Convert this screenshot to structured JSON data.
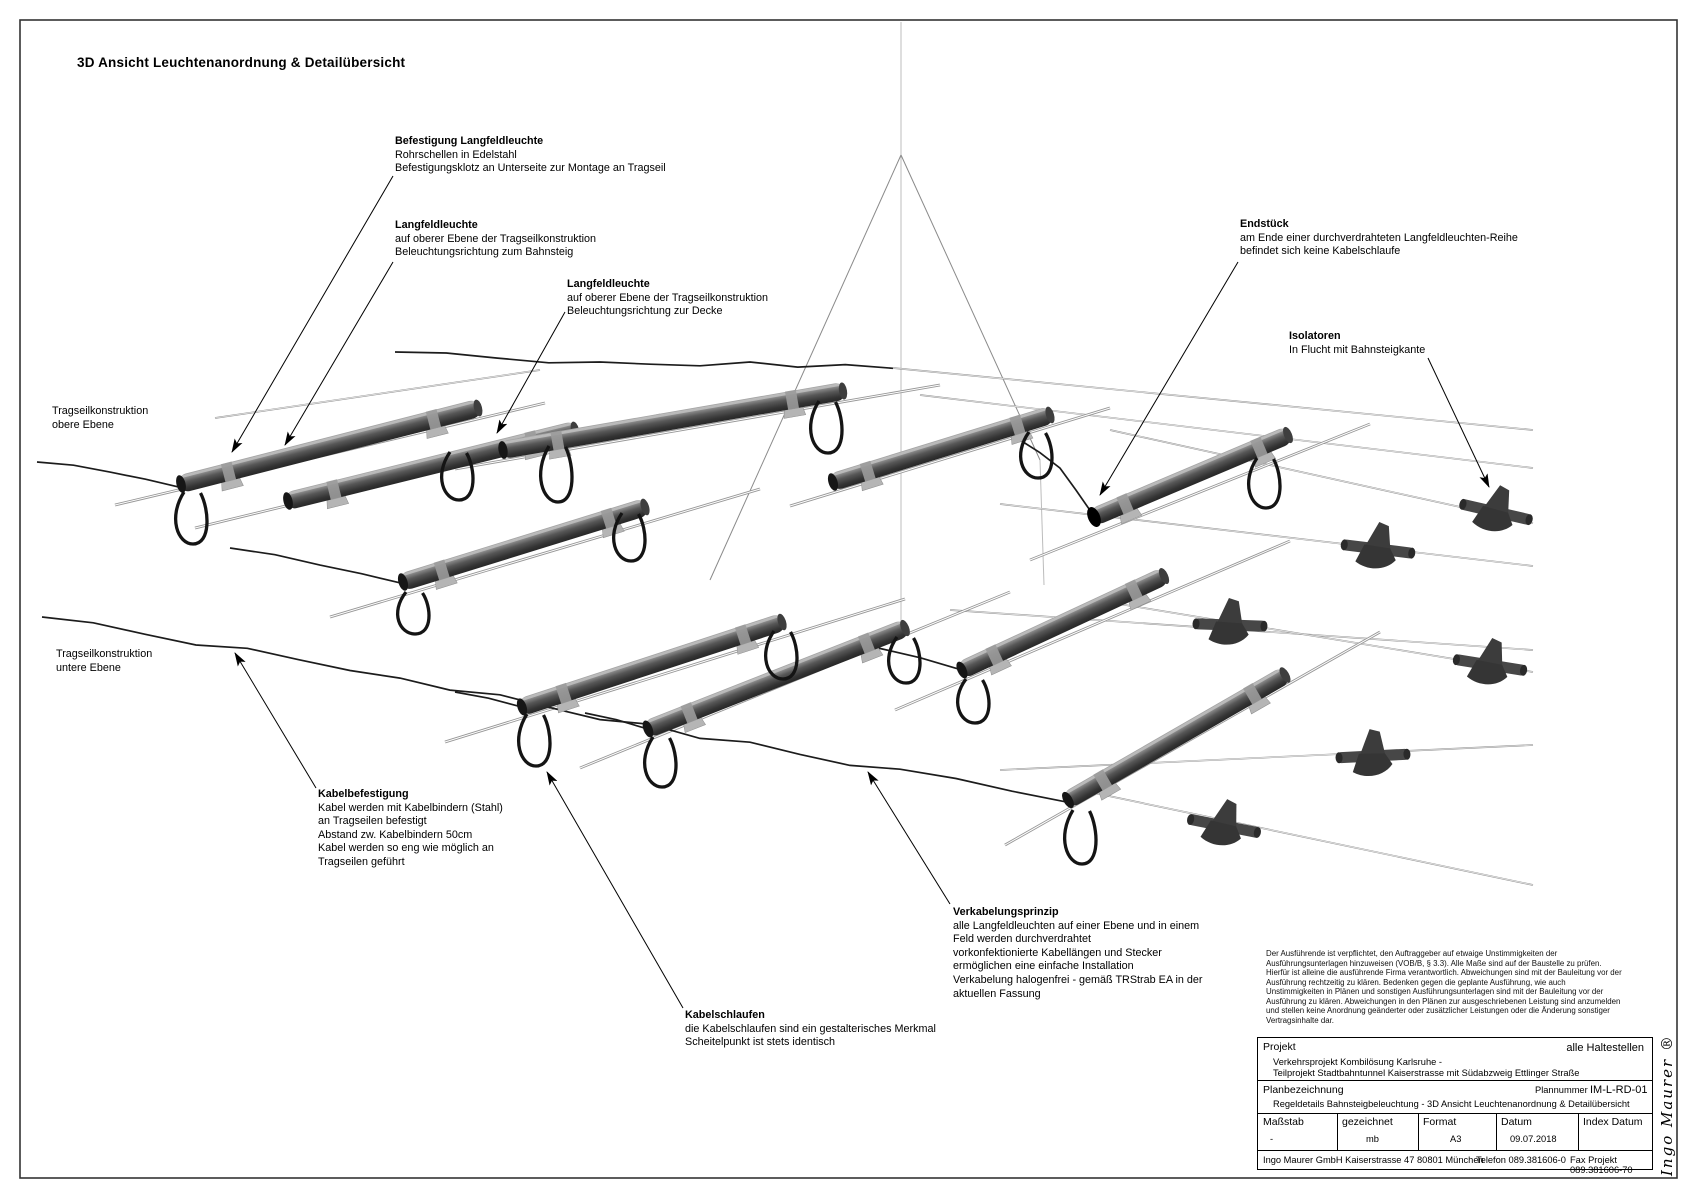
{
  "sheet_title": "3D Ansicht Leuchtenanordnung & Detailübersicht",
  "annotations": {
    "befestigung": {
      "title": "Befestigung Langfeldleuchte",
      "lines": [
        "Rohrschellen in Edelstahl",
        "Befestigungsklotz an Unterseite zur Montage an Tragseil"
      ]
    },
    "langfeld_bahnsteig": {
      "title": "Langfeldleuchte",
      "lines": [
        "auf oberer Ebene der Tragseilkonstruktion",
        "Beleuchtungsrichtung zum Bahnsteig"
      ]
    },
    "langfeld_decke": {
      "title": "Langfeldleuchte",
      "lines": [
        "auf oberer Ebene der Tragseilkonstruktion",
        "Beleuchtungsrichtung zur Decke"
      ]
    },
    "endstueck": {
      "title": "Endstück",
      "lines": [
        "am Ende einer durchverdrahteten Langfeldleuchten-Reihe",
        "befindet sich keine Kabelschlaufe"
      ]
    },
    "isolatoren": {
      "title": "Isolatoren",
      "lines": [
        "In Flucht mit Bahnsteigkante"
      ]
    },
    "tragseil_obere": {
      "lines": [
        "Tragseilkonstruktion",
        "obere Ebene"
      ]
    },
    "tragseil_untere": {
      "lines": [
        "Tragseilkonstruktion",
        "untere Ebene"
      ]
    },
    "kabelbefestigung": {
      "title": "Kabelbefestigung",
      "lines": [
        "Kabel werden mit Kabelbindern (Stahl)",
        "an Tragseilen befestigt",
        "Abstand zw. Kabelbindern 50cm",
        "Kabel werden so eng wie möglich an",
        "Tragseilen geführt"
      ]
    },
    "kabelschlaufen": {
      "title": "Kabelschlaufen",
      "lines": [
        "die Kabelschlaufen sind ein gestalterisches Merkmal",
        "Scheitelpunkt ist stets identisch"
      ]
    },
    "verkabelung": {
      "title": "Verkabelungsprinzip",
      "lines": [
        "alle Langfeldleuchten auf einer Ebene und in einem",
        "Feld werden durchverdrahtet",
        "vorkonfektionierte Kabellängen und Stecker",
        "ermöglichen eine einfache Installation",
        "Verkabelung halogenfrei - gemäß TRStrab EA in der",
        "aktuellen Fassung"
      ]
    }
  },
  "disclaimer": {
    "lines": [
      "Der Ausführende ist verpflichtet, den Auftraggeber auf etwaige Unstimmigkeiten der",
      "Ausführungsunterlagen hinzuweisen (VOB/B, § 3.3). Alle Maße sind auf der Baustelle zu prüfen.",
      "Hierfür ist alleine die ausführende Firma verantwortlich. Abweichungen sind mit der Bauleitung vor der",
      "Ausführung rechtzeitig zu klären. Bedenken  gegen  die geplante Ausführung, wie auch",
      "Unstimmigkeiten in Plänen und sonstigen Ausführungsunterlagen sind mit der Bauleitung  vor der",
      "Ausführung zu klären. Abweichungen in den Plänen zur ausgeschriebenen Leistung sind anzumelden",
      "und stellen keine Anordnung geänderter oder zusätzlicher Leistungen oder die Änderung sonstiger",
      "Vertragsinhalte dar."
    ]
  },
  "titleblock": {
    "projekt_label": "Projekt",
    "projekt_value": "alle Haltestellen",
    "projekt_sub1": "Verkehrsprojekt Kombilösung Karlsruhe -",
    "projekt_sub2": "Teilprojekt Stadtbahntunnel Kaiserstrasse mit Südabzweig Ettlinger Straße",
    "planbez_label": "Planbezeichnung",
    "plannummer_label": "Plannummer",
    "plannummer_value": "IM-L-RD-01",
    "planbez_sub": "Regeldetails Bahnsteigbeleuchtung - 3D Ansicht Leuchtenanordnung & Detailübersicht",
    "massstab_label": "Maßstab",
    "massstab_value": "-",
    "gezeichnet_label": "gezeichnet",
    "gezeichnet_value": "mb",
    "format_label": "Format",
    "format_value": "A3",
    "datum_label": "Datum",
    "datum_value": "09.07.2018",
    "index_label": "Index Datum",
    "index_value": "",
    "footer_firm": "Ingo Maurer GmbH   Kaiserstrasse 47  80801 München",
    "footer_tel": "Telefon 089.381606-0",
    "footer_fax": "Fax Projekt 089.381606-70"
  },
  "signature": "Ingo Maurer ®"
}
